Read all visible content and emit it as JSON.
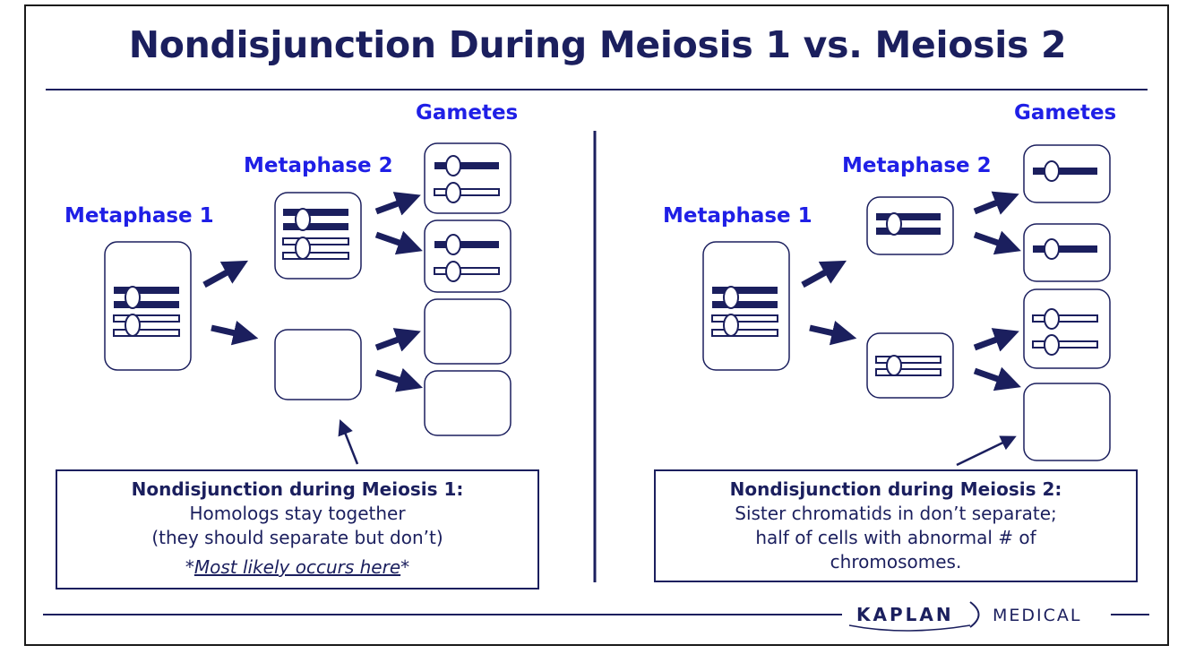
{
  "title": "Nondisjunction During Meiosis 1 vs. Meiosis 2",
  "left_panel": {
    "metaphase1_label": "Metaphase 1",
    "metaphase2_label": "Metaphase 2",
    "gametes_label": "Gametes",
    "note": {
      "heading": "Nondisjunction during Meiosis 1:",
      "line1": "Homologs stay together",
      "line2": "(they should separate but don’t)",
      "emph_prefix": "*",
      "emph_text": "Most likely occurs here",
      "emph_suffix": "*"
    }
  },
  "right_panel": {
    "metaphase1_label": "Metaphase 1",
    "metaphase2_label": "Metaphase 2",
    "gametes_label": "Gametes",
    "note": {
      "heading": "Nondisjunction during Meiosis 2:",
      "line1": "Sister chromatids in don’t separate;",
      "line2": "half of cells with abnormal # of",
      "line3": "chromosomes."
    }
  },
  "brand": {
    "name": "KAPLAN",
    "suffix": "MEDICAL"
  },
  "colors": {
    "navy": "#1b1f5e",
    "label_blue": "#1f1fe6",
    "frame": "#1a1a1a"
  }
}
